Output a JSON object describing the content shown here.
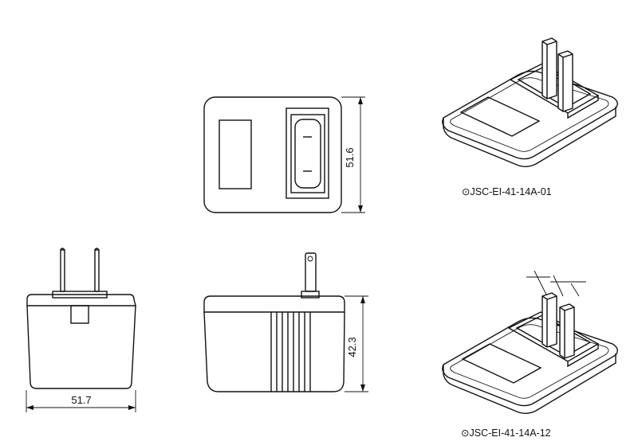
{
  "dimensions": {
    "front_height": "51.6",
    "bottom_width": "51.7",
    "side_height": "42.3"
  },
  "captions": {
    "model_01": "JSC-EI-41-14A-01",
    "model_12": "JSC-EI-41-14A-12"
  },
  "caption_marker": "⊙",
  "colors": {
    "line": "#111111",
    "background": "#ffffff"
  }
}
